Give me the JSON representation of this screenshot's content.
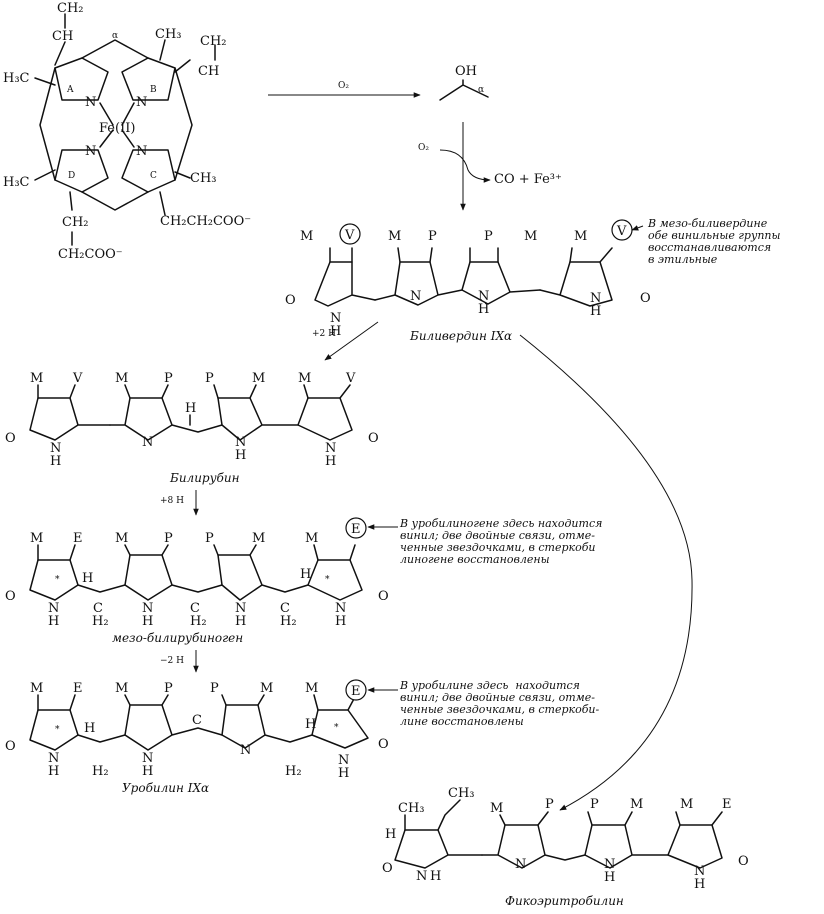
{
  "heme": {
    "vinyl_top": "CH₂",
    "ch_top": "CH",
    "alpha": "α",
    "ch3_right": "CH₃",
    "ch2_right": "CH₂",
    "ch_right": "CH",
    "h3c_left": "H₃C",
    "ring_a": "A",
    "ring_b": "B",
    "ring_c": "C",
    "ring_d": "D",
    "n": "N",
    "fe": "Fe(II)",
    "h3c_left2": "H₃C",
    "ch3_right2": "CH₃",
    "ch2_bottom": "CH₂",
    "ch2coo": "CH₂COO⁻",
    "ch2ch2coo": "CH₂CH₂COO⁻"
  },
  "step1": {
    "o2": "O₂",
    "oh": "OH",
    "alpha": "α",
    "o2b": "O₂",
    "products": "CO + Fe³⁺"
  },
  "labels": {
    "m": "M",
    "v": "V",
    "p": "P",
    "e": "E",
    "n": "N",
    "h": "H",
    "o": "O",
    "c": "C",
    "h2": "H₂",
    "ch3": "CH₃",
    "asterisk": "*"
  },
  "biliverdin": {
    "name": "Биливердин IXα"
  },
  "bilirubin": {
    "name": "Билирубин",
    "reagent": "+2 H"
  },
  "mesobilirubinogen": {
    "name": "мезо-билирубиноген",
    "reagent": "+8 H"
  },
  "urobilin": {
    "name": "Уробилин IXα",
    "reagent": "−2 H"
  },
  "phycoerythrobilin": {
    "name": "Фикоэритробилин"
  },
  "notes": {
    "meso_biliverdin": "В мезо-биливердине\nобе винильные группы\nвосстанавливаются\nв этильные",
    "urobilinogen": "В уробилиногене здесь находится\nвинил; две двойные связи, отме-\nченные звездочками, в стеркоби\nлиногене восстановлены",
    "urobilin": "В уробилине здесь  находится\nвинил; две двойные связи, отме-\nченные звездочками, в стеркоби-\nлине восстановлены"
  }
}
